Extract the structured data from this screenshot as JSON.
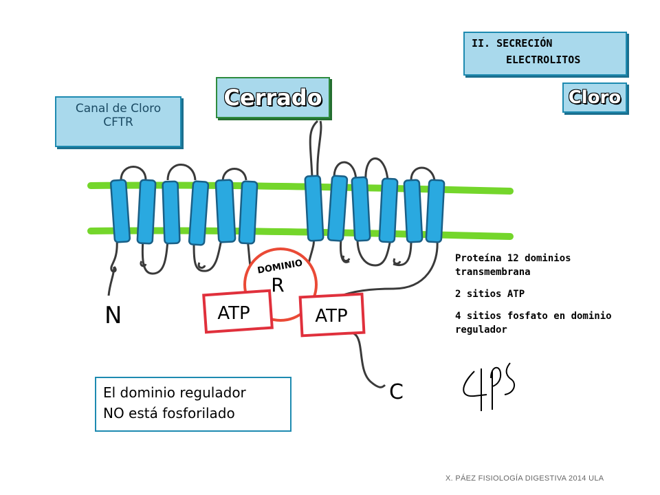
{
  "header": {
    "section_line1": "II. SECRECIÓN",
    "section_line2": "ELECTROLITOS",
    "topic": "Cloro"
  },
  "state_label": "Cerrado",
  "channel_label": {
    "line1": "Canal de Cloro",
    "line2": "CFTR"
  },
  "diagram": {
    "n_terminus": "N",
    "c_terminus": "C",
    "regulatory_domain_small": "DOMINIO",
    "regulatory_domain_letter": "R",
    "atp_left": "ATP",
    "atp_right": "ATP",
    "colors": {
      "membrane": "#74d62b",
      "helix_fill": "#2aa9e0",
      "helix_stroke": "#1a5f86",
      "regulatory_circle": "#ea4a36",
      "atp_box": "#e0303c",
      "loop": "#3a3a3a"
    }
  },
  "facts": [
    "Proteína 12 dominios transmembrana",
    "2 sitios ATP",
    "4 sitios fosfato en dominio regulador"
  ],
  "note": {
    "line1": "El dominio regulador",
    "line2": "NO está fosforilado"
  },
  "footer": "X. PÁEZ   FISIOLOGÍA DIGESTIVA 2014 ULA"
}
